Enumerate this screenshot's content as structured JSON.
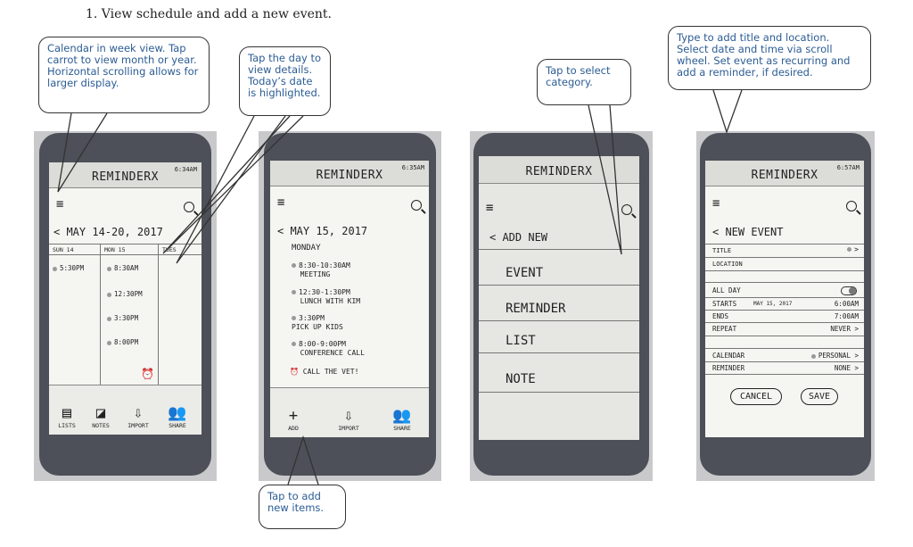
{
  "heading": "1. View schedule and add a new event.",
  "callouts": {
    "c1": "Calendar in week view. Tap carrot to view month or year. Horizontal scrolling allows for larger display.",
    "c2": "Tap the day to view details. Today’s date is highlighted.",
    "c3": "Tap to select category.",
    "c4": "Type to add title and location. Select date and time via scroll wheel. Set event as recurring and add a reminder, if desired.",
    "c5": "Tap to add new items."
  },
  "app_name": "REMINDERX",
  "screen1": {
    "time": "6:34AM",
    "date_range": "< MAY 14-20, 2017",
    "days": [
      "SUN 14",
      "MON 15",
      "TUES"
    ],
    "sun_events": [
      "5:30PM"
    ],
    "mon_events": [
      "8:30AM",
      "12:30PM",
      "3:30PM",
      "8:00PM"
    ],
    "nav": [
      "LISTS",
      "NOTES",
      "IMPORT",
      "SHARE"
    ]
  },
  "screen2": {
    "time": "6:35AM",
    "date": "< MAY 15, 2017",
    "day": "MONDAY",
    "events": [
      {
        "time": "8:30-10:30AM",
        "title": "MEETING"
      },
      {
        "time": "12:30-1:30PM",
        "title": "LUNCH WITH KIM"
      },
      {
        "time": "3:30PM",
        "title": "PICK UP KIDS"
      },
      {
        "time": "8:00-9:00PM",
        "title": "CONFERENCE CALL"
      }
    ],
    "reminder": "CALL THE VET!",
    "nav": [
      "ADD",
      "IMPORT",
      "SHARE"
    ]
  },
  "screen3": {
    "header": "< ADD NEW",
    "items": [
      "EVENT",
      "REMINDER",
      "LIST",
      "NOTE"
    ]
  },
  "screen4": {
    "time": "6:57AM",
    "header": "< NEW EVENT",
    "title_label": "TITLE",
    "location_label": "LOCATION",
    "all_day_label": "ALL DAY",
    "starts_label": "STARTS",
    "starts_date": "MAY 15, 2017",
    "starts_time": "6:00AM",
    "ends_label": "ENDS",
    "ends_time": "7:00AM",
    "repeat_label": "REPEAT",
    "repeat_value": "NEVER >",
    "calendar_label": "CALENDAR",
    "calendar_value": "PERSONAL >",
    "reminder_label": "REMINDER",
    "reminder_value": "NONE >",
    "cancel": "CANCEL",
    "save": "SAVE"
  }
}
